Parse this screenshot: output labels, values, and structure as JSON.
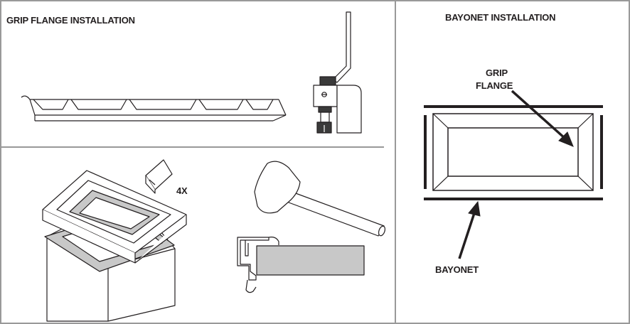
{
  "panels": {
    "grip_flange_installation": {
      "title": "GRIP FLANGE INSTALLATION"
    },
    "bayonet_installation": {
      "title": "BAYONET INSTALLATION",
      "labels": {
        "grip_flange_line1": "GRIP",
        "grip_flange_line2": "FLANGE",
        "bayonet": "BAYONET"
      }
    },
    "assembly": {
      "quantity_label": "4X"
    }
  },
  "colors": {
    "line": "#231f20",
    "frame": "#999999",
    "fill_gray": "#c8c8c8",
    "fill_dark": "#3a3a3a"
  }
}
